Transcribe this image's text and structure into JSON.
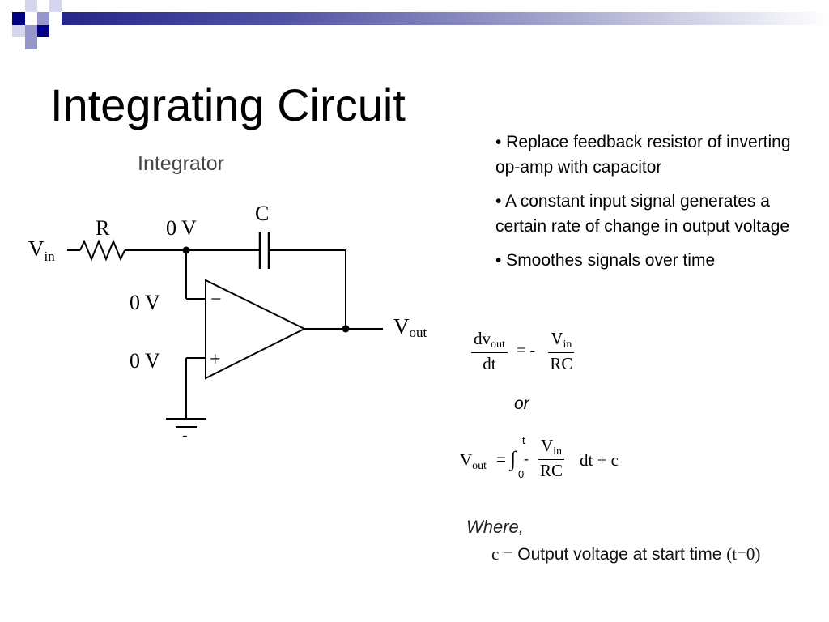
{
  "slide": {
    "title": "Integrating Circuit",
    "diagram": {
      "caption": "Integrator",
      "labels": {
        "resistor": "R",
        "capacitor": "C",
        "node_voltage": "0 V",
        "vin_main": "V",
        "vin_sub": "in",
        "vout_main": "V",
        "vout_sub": "out",
        "inverting_input_voltage": "0 V",
        "noninverting_input_voltage": "0 V",
        "minus_sign": "−",
        "plus_sign": "+",
        "ground_mark": "-"
      }
    },
    "bullets": [
      "• Replace feedback resistor of inverting op-amp with capacitor",
      "• A constant input signal generates a certain rate of change in output voltage",
      "• Smoothes signals over time"
    ],
    "equation1": {
      "lhs_num_main": "dv",
      "lhs_num_sub": "out",
      "lhs_den": "dt",
      "equals": "= -",
      "rhs_num_main": "V",
      "rhs_num_sub": "in",
      "rhs_den": "RC"
    },
    "or_text": "or",
    "equation2": {
      "lhs_main": "V",
      "lhs_sub": "out",
      "equals": "=",
      "integral": "∫",
      "upper_limit": "t",
      "lower_limit": "0",
      "minus": "-",
      "frac_num_main": "V",
      "frac_num_sub": "in",
      "frac_den": "RC",
      "tail": "dt + c"
    },
    "where_text": "Where,",
    "c_definition": {
      "symbol": "c =",
      "text": "Output voltage at start time",
      "condition": "(t=0)"
    }
  }
}
